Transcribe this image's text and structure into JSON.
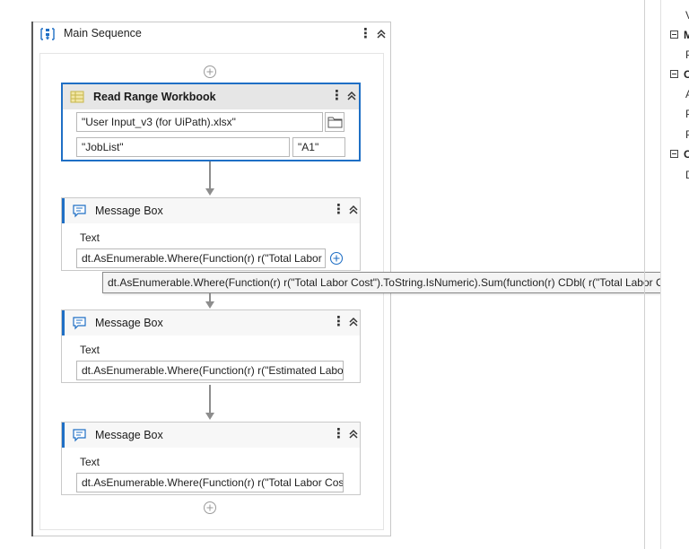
{
  "main_sequence": {
    "title": "Main Sequence"
  },
  "read_range": {
    "title": "Read Range Workbook",
    "workbook_path": "\"User Input_v3 (for UiPath).xlsx\"",
    "sheet": "\"JobList\"",
    "range": "\"A1\""
  },
  "message_boxes": [
    {
      "title": "Message Box",
      "text_label": "Text",
      "text_value": "dt.AsEnumerable.Where(Function(r) r(\"Total Labor Cost\").ToString.IsNumeric).Sum(function(r) CDbl( r(\"Total Labor Cost\") ))",
      "display": "dt.AsEnumerable.Where(Function(r) r(\"Total Labor ("
    },
    {
      "title": "Message Box",
      "text_label": "Text",
      "display": "dt.AsEnumerable.Where(Function(r) r(\"Estimated Labor"
    },
    {
      "title": "Message Box",
      "text_label": "Text",
      "display": "dt.AsEnumerable.Where(Function(r) r(\"Total Labor Cost"
    }
  ],
  "tooltip": {
    "text": "dt.AsEnumerable.Where(Function(r) r(\"Total Labor Cost\").ToString.IsNumeric).Sum(function(r) CDbl( r(\"Total Labor Cost\") ))"
  },
  "properties_panel": {
    "rows": [
      {
        "kind": "item",
        "text": "V"
      },
      {
        "kind": "head",
        "text": "M"
      },
      {
        "kind": "item",
        "text": "P"
      },
      {
        "kind": "head",
        "text": "O"
      },
      {
        "kind": "item",
        "text": "A"
      },
      {
        "kind": "item",
        "text": "P"
      },
      {
        "kind": "item",
        "text": "P"
      },
      {
        "kind": "head",
        "text": "O"
      },
      {
        "kind": "item",
        "text": "D"
      }
    ]
  },
  "colors": {
    "accent": "#1f6fc5",
    "connector": "#8d8d8d"
  }
}
